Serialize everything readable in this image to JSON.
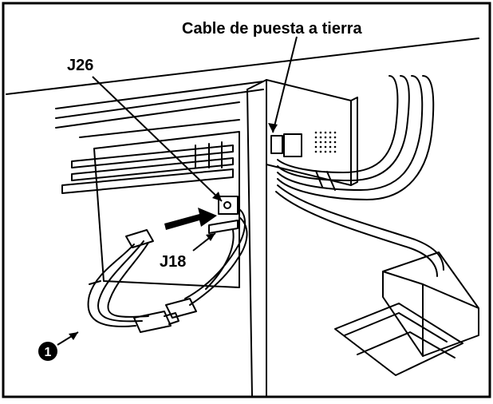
{
  "labels": {
    "ground_cable": "Cable de puesta a tierra",
    "connector_j26": "J26",
    "connector_j18": "J18",
    "callout_number": "1"
  }
}
